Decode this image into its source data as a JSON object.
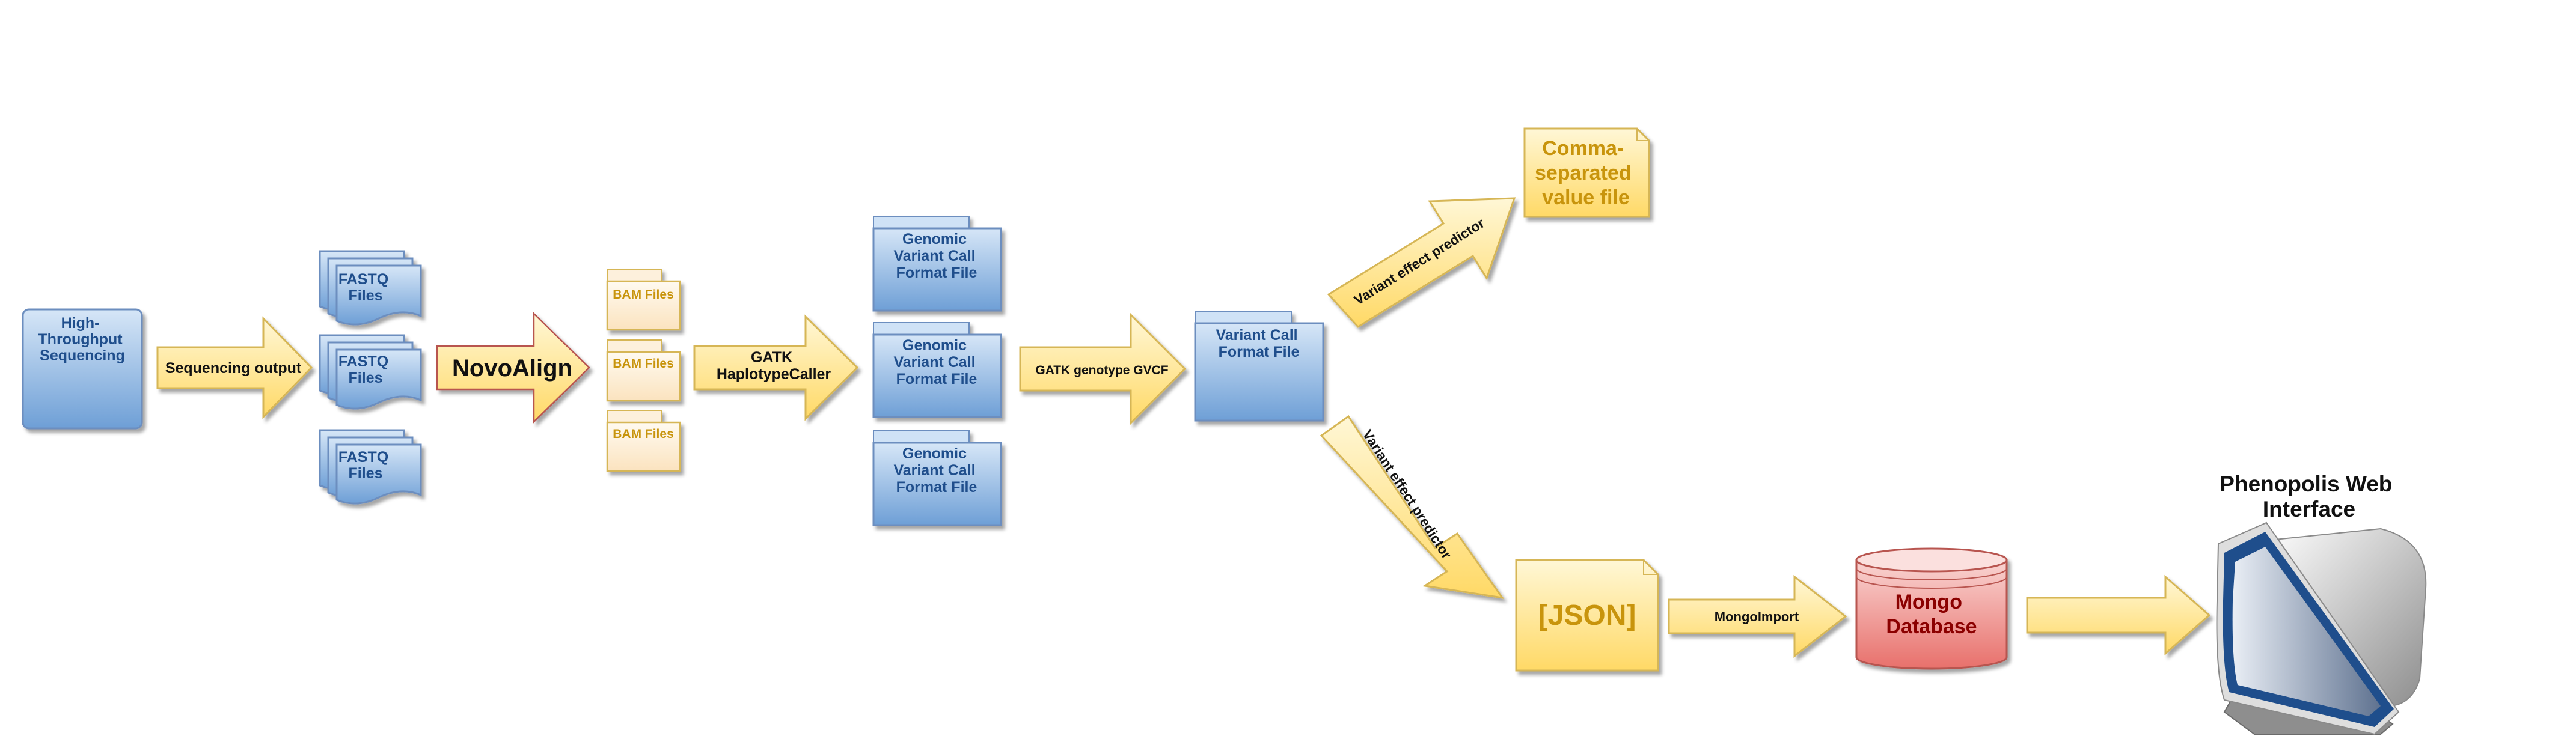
{
  "colors": {
    "blue_fill_top": "#cfe2f6",
    "blue_fill_bottom": "#7aa9dc",
    "blue_stroke": "#6c8ebf",
    "blue_text": "#1f4e8c",
    "yellow_fill_top": "#fff4cc",
    "yellow_fill_bottom": "#ffd966",
    "yellow_stroke": "#d6b656",
    "gold_text": "#c8940c",
    "peach_fill": "#fdf0dc",
    "orange_stroke": "#b85450",
    "red_fill_top": "#f8cecc",
    "red_fill_bottom": "#ea6b66",
    "red_text": "#8b0000"
  },
  "nodes": {
    "sequencing": {
      "label": [
        "High-",
        "Throughput",
        "Sequencing"
      ]
    },
    "fastq_1": {
      "label": [
        "FASTQ",
        "Files"
      ]
    },
    "fastq_2": {
      "label": [
        "FASTQ",
        "Files"
      ]
    },
    "fastq_3": {
      "label": [
        "FASTQ",
        "Files"
      ]
    },
    "bam_1": {
      "label": "BAM Files"
    },
    "bam_2": {
      "label": "BAM Files"
    },
    "bam_3": {
      "label": "BAM Files"
    },
    "gvcf_1": {
      "label": [
        "Genomic",
        "Variant Call",
        "Format File"
      ]
    },
    "gvcf_2": {
      "label": [
        "Genomic",
        "Variant Call",
        "Format File"
      ]
    },
    "gvcf_3": {
      "label": [
        "Genomic",
        "Variant Call",
        "Format File"
      ]
    },
    "vcf": {
      "label": [
        "Variant Call",
        "Format File"
      ]
    },
    "csv": {
      "label": [
        "Comma-",
        "separated",
        "value file"
      ]
    },
    "json": {
      "label": "[JSON]"
    },
    "mongo": {
      "label": [
        "Mongo",
        "Database"
      ]
    },
    "web": {
      "label": [
        "Phenopolis Web",
        "Interface"
      ],
      "icon": "monitor-icon"
    }
  },
  "arrows": {
    "sequencing_output": {
      "label": "Sequencing output"
    },
    "novoalign": {
      "label": "NovoAlign"
    },
    "gatk_haplotype": {
      "label": [
        "GATK",
        "HaplotypeCaller"
      ]
    },
    "gatk_genotype": {
      "label": "GATK genotype GVCF"
    },
    "vep_up": {
      "label": "Variant effect predictor"
    },
    "vep_down": {
      "label": "Variant effect predictor"
    },
    "mongoimport": {
      "label": "MongoImport"
    },
    "to_web": {
      "label": ""
    }
  }
}
